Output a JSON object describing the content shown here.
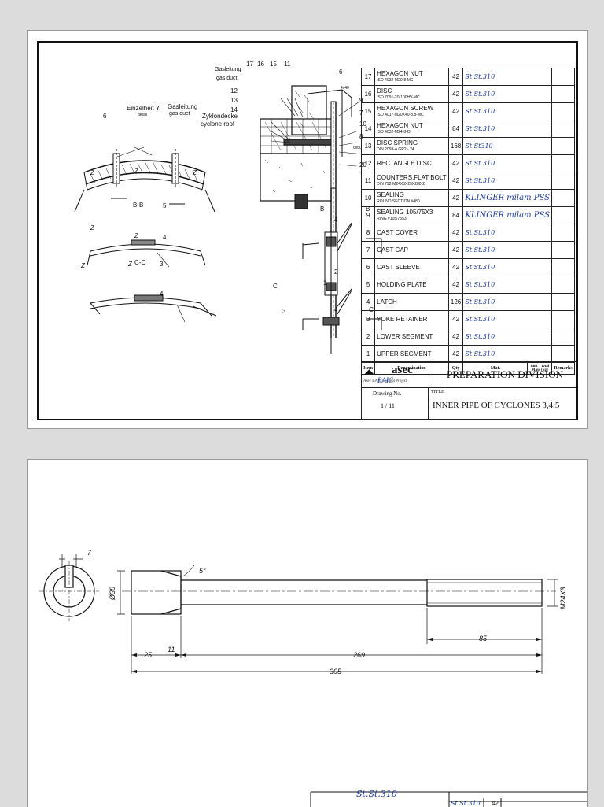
{
  "sheet1": {
    "detail_labels": {
      "gas_duct_de_top": "Gasleitung",
      "gas_duct_en_top": "gas duct",
      "detail_y_de": "Einzelheit Y",
      "detail_y_en": "detail",
      "gas_duct_de_left": "Gasleitung",
      "gas_duct_en_left": "gas duct",
      "cyclone_roof_de": "Zyklondecke",
      "cyclone_roof_en": "cyclone roof",
      "section_bb": "B-B",
      "section_cc": "C-C",
      "section_b": "B",
      "section_c": "C"
    },
    "callouts": {
      "c17": "17",
      "c16": "16",
      "c15": "15",
      "c11": "11",
      "c6a": "6",
      "c12": "12",
      "c13": "13",
      "c14": "14",
      "c9": "9",
      "c7": "7",
      "c10": "10",
      "c8": "8",
      "c20": "20",
      "c1a": "1",
      "c4a": "4",
      "c2": "2",
      "c1b": "1",
      "c4b": "4",
      "c3a": "3",
      "c6b": "6",
      "c5": "5",
      "c4c": "4",
      "c3b": "3",
      "c4d": "4",
      "c6c": "6",
      "weld1": "4x40",
      "weld2": "6x60",
      "z1": "Z",
      "z2": "Z",
      "z3": "Z",
      "z4": "Z",
      "z5": "Z",
      "z6": "Z",
      "z7": "Z"
    },
    "parts": [
      {
        "no": "17",
        "name": "HEXAGON NUT",
        "std": "ISO 4032-M20-8-MC",
        "qty": "42",
        "mat": "St.St.310"
      },
      {
        "no": "16",
        "name": "DISC",
        "std": "ISO 7091-20-100HV-MC",
        "qty": "42",
        "mat": "St.St.310"
      },
      {
        "no": "15",
        "name": "HEXAGON SCREW",
        "std": "ISO 4017-M20X40-8.8-MC",
        "qty": "42",
        "mat": "St.St.310"
      },
      {
        "no": "14",
        "name": "HEXAGON NUT",
        "std": "ISO 4032-M24-8-Ol",
        "qty": "84",
        "mat": "St.St.310"
      },
      {
        "no": "13",
        "name": "DISC SPRING",
        "std": "DIN 2093-A GR2  - 24",
        "qty": "168",
        "mat": "St.St310"
      },
      {
        "no": "12",
        "name": "RECTANGLE DISC",
        "std": "",
        "qty": "42",
        "mat": "St.St.310"
      },
      {
        "no": "11",
        "name": "COUNTERS.FLAT BOLT",
        "std": "DIN 792-M24X3X25X280-2",
        "qty": "42",
        "mat": "St.St.310"
      },
      {
        "no": "10",
        "name": "SEALING",
        "std": "ROUND SECTION #480",
        "qty": "42",
        "mat": "KLINGER milam PSS"
      },
      {
        "no": "9",
        "name": "SEALING 105/75X3",
        "std": "RING #105/7553",
        "qty": "84",
        "mat": "KLINGER milam PSS"
      },
      {
        "no": "8",
        "name": "CAST COVER",
        "std": "",
        "qty": "42",
        "mat": "St.St.310"
      },
      {
        "no": "7",
        "name": "CAST CAP",
        "std": "",
        "qty": "42",
        "mat": "St.St.310"
      },
      {
        "no": "6",
        "name": "CAST SLEEVE",
        "std": "",
        "qty": "42",
        "mat": "St.St.310"
      },
      {
        "no": "5",
        "name": "HOLDING PLATE",
        "std": "",
        "qty": "42",
        "mat": "St.St.310"
      },
      {
        "no": "4",
        "name": "LATCH",
        "std": "",
        "qty": "126",
        "mat": "St.St.310"
      },
      {
        "no": "3",
        "name": "YOKE RETAINER",
        "std": "",
        "qty": "42",
        "mat": "St.St.310"
      },
      {
        "no": "2",
        "name": "LOWER SEGMENT",
        "std": "",
        "qty": "42",
        "mat": "St.St.310"
      },
      {
        "no": "1",
        "name": "UPPER SEGMENT",
        "std": "",
        "qty": "42",
        "mat": "St.St.310"
      }
    ],
    "table_head": {
      "item": "Item",
      "denomination": "Denomination",
      "qty": "Qty",
      "mat": "Mat.",
      "unit": "unit",
      "total": "total",
      "mass": "Mass (kg)",
      "remarks": "Remarks"
    },
    "titleblock": {
      "logo": "asec",
      "logo_sub": "Asec  BAIC  Cement Project",
      "logo_hand": "BAIC",
      "division": "PREPARATION DIVISION",
      "drawing_no_label": "Drawing No.",
      "drawing_no": "1 / 11",
      "title_label": "TITLE",
      "title": "INNER PIPE OF CYCLONES 3,4,5"
    }
  },
  "sheet2": {
    "dims": {
      "d7": "7",
      "angle": "5°",
      "dia": "Ø38",
      "thread": "M24X3",
      "d85": "85",
      "d25": "25",
      "d11": "11",
      "d269": "269",
      "d305": "305"
    },
    "bottom_block": {
      "mat": "St.St.310",
      "mat2": "St.St.310",
      "qty": "42"
    }
  }
}
